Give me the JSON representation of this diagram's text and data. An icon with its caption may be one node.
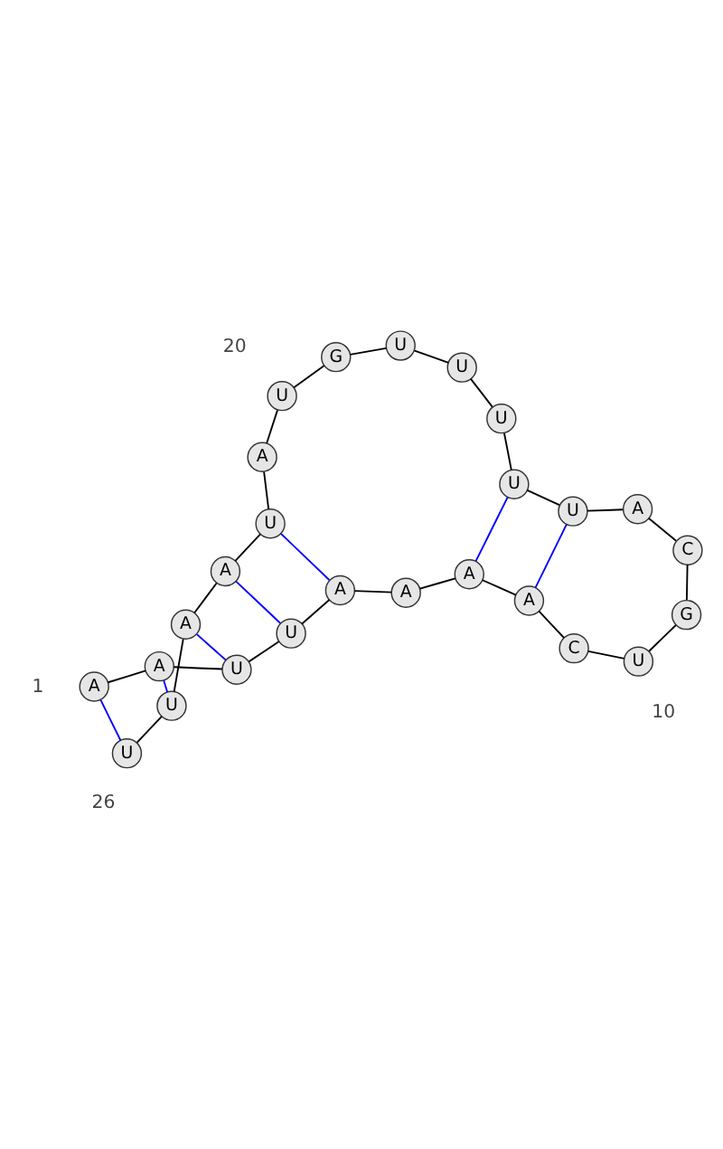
{
  "diagram": {
    "nodes": [
      {
        "text": [
          "A"
        ]
      },
      {
        "text": [
          "A"
        ]
      },
      {
        "text": [
          "U"
        ]
      },
      {
        "text": [
          "U"
        ]
      },
      {
        "text": [
          "A"
        ]
      },
      {
        "text": [
          "A"
        ]
      },
      {
        "text": [
          "A"
        ]
      },
      {
        "text": [
          "A"
        ]
      },
      {
        "text": [
          "C"
        ]
      },
      {
        "text": [
          "U"
        ]
      },
      {
        "text": [
          "G"
        ]
      },
      {
        "text": [
          "C"
        ]
      },
      {
        "text": [
          "A"
        ]
      },
      {
        "text": [
          "U"
        ]
      },
      {
        "text": [
          "U"
        ]
      },
      {
        "text": [
          "U"
        ]
      },
      {
        "text": [
          "U"
        ]
      },
      {
        "text": [
          "U"
        ]
      },
      {
        "text": [
          "G"
        ]
      },
      {
        "text": [
          "U"
        ]
      },
      {
        "text": [
          "A"
        ]
      },
      {
        "text": [
          "U"
        ]
      },
      {
        "text": [
          "A"
        ]
      },
      {
        "text": [
          "A"
        ]
      },
      {
        "text": [
          "U"
        ]
      },
      {
        "text": [
          "U"
        ]
      }
    ],
    "edges": [
      {
        "from": 0,
        "to": 1,
        "arrow": "none"
      },
      {
        "from": 1,
        "to": 2,
        "arrow": "none"
      },
      {
        "from": 2,
        "to": 3,
        "arrow": "none"
      },
      {
        "from": 3,
        "to": 4,
        "arrow": "none"
      },
      {
        "from": 4,
        "to": 5,
        "arrow": "none"
      },
      {
        "from": 5,
        "to": 6,
        "arrow": "none"
      },
      {
        "from": 6,
        "to": 7,
        "arrow": "none"
      },
      {
        "from": 7,
        "to": 8,
        "arrow": "none"
      },
      {
        "from": 8,
        "to": 9,
        "arrow": "none"
      },
      {
        "from": 9,
        "to": 10,
        "arrow": "none"
      },
      {
        "from": 10,
        "to": 11,
        "arrow": "none"
      },
      {
        "from": 11,
        "to": 12,
        "arrow": "none"
      },
      {
        "from": 12,
        "to": 13,
        "arrow": "none"
      },
      {
        "from": 13,
        "to": 14,
        "arrow": "none"
      },
      {
        "from": 14,
        "to": 15,
        "arrow": "none"
      },
      {
        "from": 15,
        "to": 16,
        "arrow": "none"
      },
      {
        "from": 16,
        "to": 17,
        "arrow": "none"
      },
      {
        "from": 17,
        "to": 18,
        "arrow": "none"
      },
      {
        "from": 18,
        "to": 19,
        "arrow": "none"
      },
      {
        "from": 19,
        "to": 20,
        "arrow": "none"
      },
      {
        "from": 20,
        "to": 21,
        "arrow": "none"
      },
      {
        "from": 21,
        "to": 22,
        "arrow": "none"
      },
      {
        "from": 22,
        "to": 23,
        "arrow": "none"
      },
      {
        "from": 23,
        "to": 24,
        "arrow": "none"
      },
      {
        "from": 24,
        "to": 25,
        "arrow": "none"
      },
      {
        "from": 0,
        "to": 25,
        "arrow": "none",
        "color": "#0000ff"
      },
      {
        "from": 1,
        "to": 24,
        "arrow": "none",
        "color": "#0000ff"
      },
      {
        "from": 2,
        "to": 23,
        "arrow": "none",
        "color": "#0000ff"
      },
      {
        "from": 3,
        "to": 22,
        "arrow": "none",
        "color": "#0000ff"
      },
      {
        "from": 4,
        "to": 21,
        "arrow": "none",
        "color": "#0000ff"
      },
      {
        "from": 6,
        "to": 14,
        "arrow": "none",
        "color": "#0000ff"
      },
      {
        "from": 7,
        "to": 13,
        "arrow": "none",
        "color": "#0000ff"
      }
    ],
    "labels": [
      "10",
      "20",
      "1",
      "26"
    ]
  }
}
